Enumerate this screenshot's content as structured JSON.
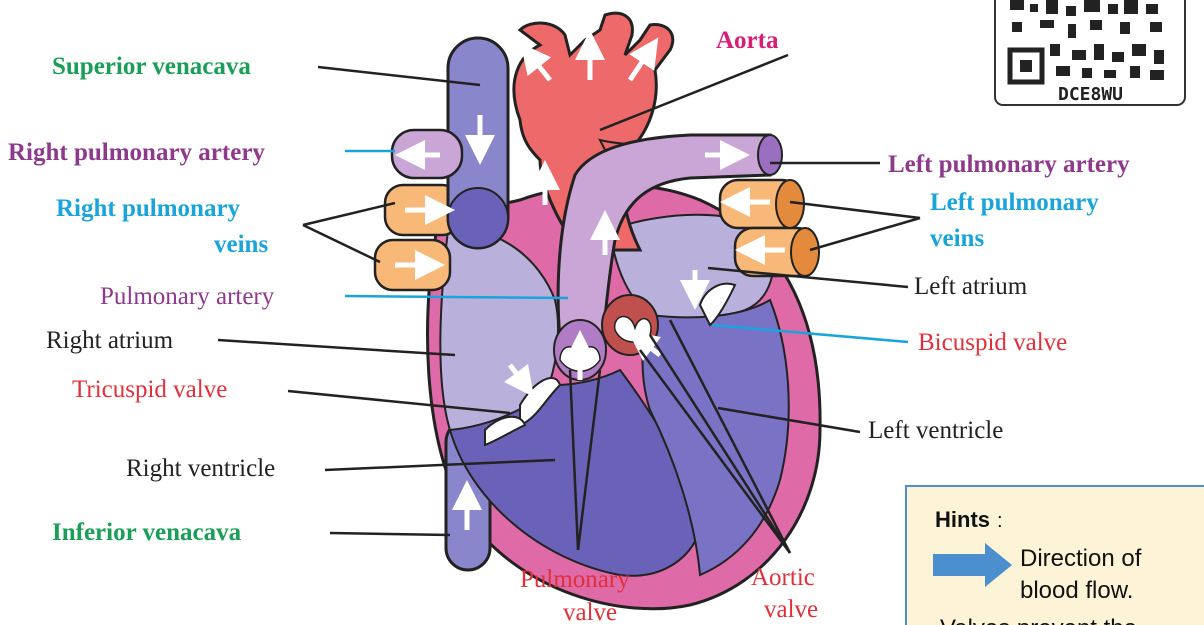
{
  "labels": {
    "superior_venacava": "Superior venacava",
    "aorta": "Aorta",
    "right_pulmonary_artery": "Right pulmonary artery",
    "left_pulmonary_artery": "Left pulmonary artery",
    "right_pulmonary_veins_1": "Right pulmonary",
    "right_pulmonary_veins_2": "veins",
    "left_pulmonary_veins_1": "Left pulmonary",
    "left_pulmonary_veins_2": "veins",
    "pulmonary_artery": "Pulmonary artery",
    "left_atrium": "Left atrium",
    "right_atrium": "Right atrium",
    "bicuspid_valve": "Bicuspid valve",
    "tricuspid_valve": "Tricuspid valve",
    "left_ventricle": "Left ventricle",
    "right_ventricle": "Right ventricle",
    "inferior_venacava": "Inferior venacava",
    "pulmonary_valve_1": "Pulmonary",
    "pulmonary_valve_2": "valve",
    "aortic_valve_1": "Aortic",
    "aortic_valve_2": "valve"
  },
  "hints": {
    "title": "Hints",
    "colon": ":",
    "arrow_text_1": "Direction of",
    "arrow_text_2": "blood flow.",
    "cut_text": "Valves prevent the"
  },
  "qr": {
    "code": "DCE8WU"
  },
  "colors": {
    "label_green": "#1a9e58",
    "label_purple": "#8e3a8c",
    "label_blue": "#1aa4dc",
    "label_red": "#e0303a",
    "label_magenta": "#d81f78",
    "label_black": "#222222",
    "deoxygenated": "#8a86cc",
    "oxygenated": "#ee6a6a",
    "heart_pink": "#de6aa8",
    "hint_bg": "#fdf4d8",
    "hint_border": "#4b8fce"
  }
}
